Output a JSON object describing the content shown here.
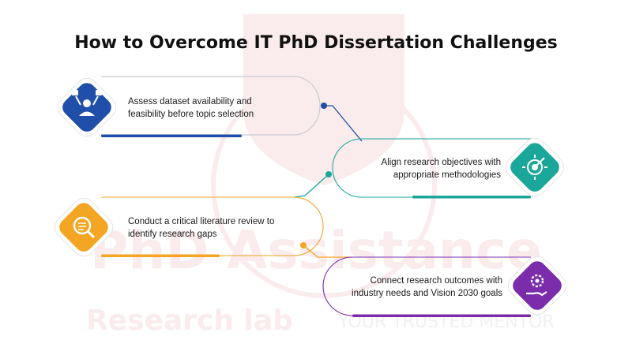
{
  "title": "How to Overcome IT PhD Dissertation Challenges",
  "watermark": {
    "brand_main": "PhD Assistance",
    "brand_sub": "Research lab",
    "tagline": "YOUR TRUSTED MENTOR",
    "color": "#c9151b"
  },
  "steps": [
    {
      "text": [
        "Assess dataset availability and",
        "feasibility before topic selection"
      ],
      "color": "#1f4fa8",
      "icon": "people-choice-icon"
    },
    {
      "text": [
        "Align research objectives with",
        "appropriate methodologies"
      ],
      "color": "#1aa79a",
      "icon": "target-goal-icon"
    },
    {
      "text": [
        "Conduct a critical literature review to",
        "identify research gaps"
      ],
      "color": "#f2a623",
      "icon": "document-search-icon"
    },
    {
      "text": [
        "Connect research outcomes with",
        "industry needs and Vision 2030 goals"
      ],
      "color": "#7b2cab",
      "icon": "hand-gear-icon"
    }
  ]
}
